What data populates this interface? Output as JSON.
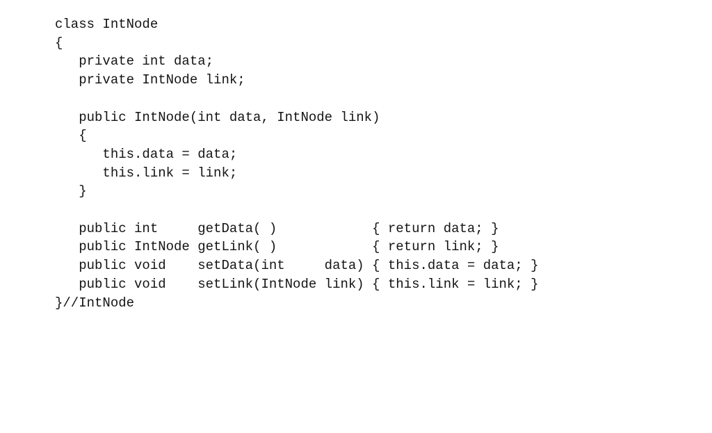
{
  "code": {
    "language": "java",
    "class_name": "IntNode",
    "lines": [
      "class IntNode",
      "{",
      "   private int data;",
      "   private IntNode link;",
      "",
      "   public IntNode(int data, IntNode link)",
      "   {",
      "      this.data = data;",
      "      this.link = link;",
      "   }",
      "",
      "   public int     getData( )            { return data; }",
      "   public IntNode getLink( )            { return link; }",
      "   public void    setData(int     data) { this.data = data; }",
      "   public void    setLink(IntNode link) { this.link = link; }",
      "}//IntNode"
    ]
  },
  "colors": {
    "background": "#ffffff",
    "text": "#141414"
  }
}
